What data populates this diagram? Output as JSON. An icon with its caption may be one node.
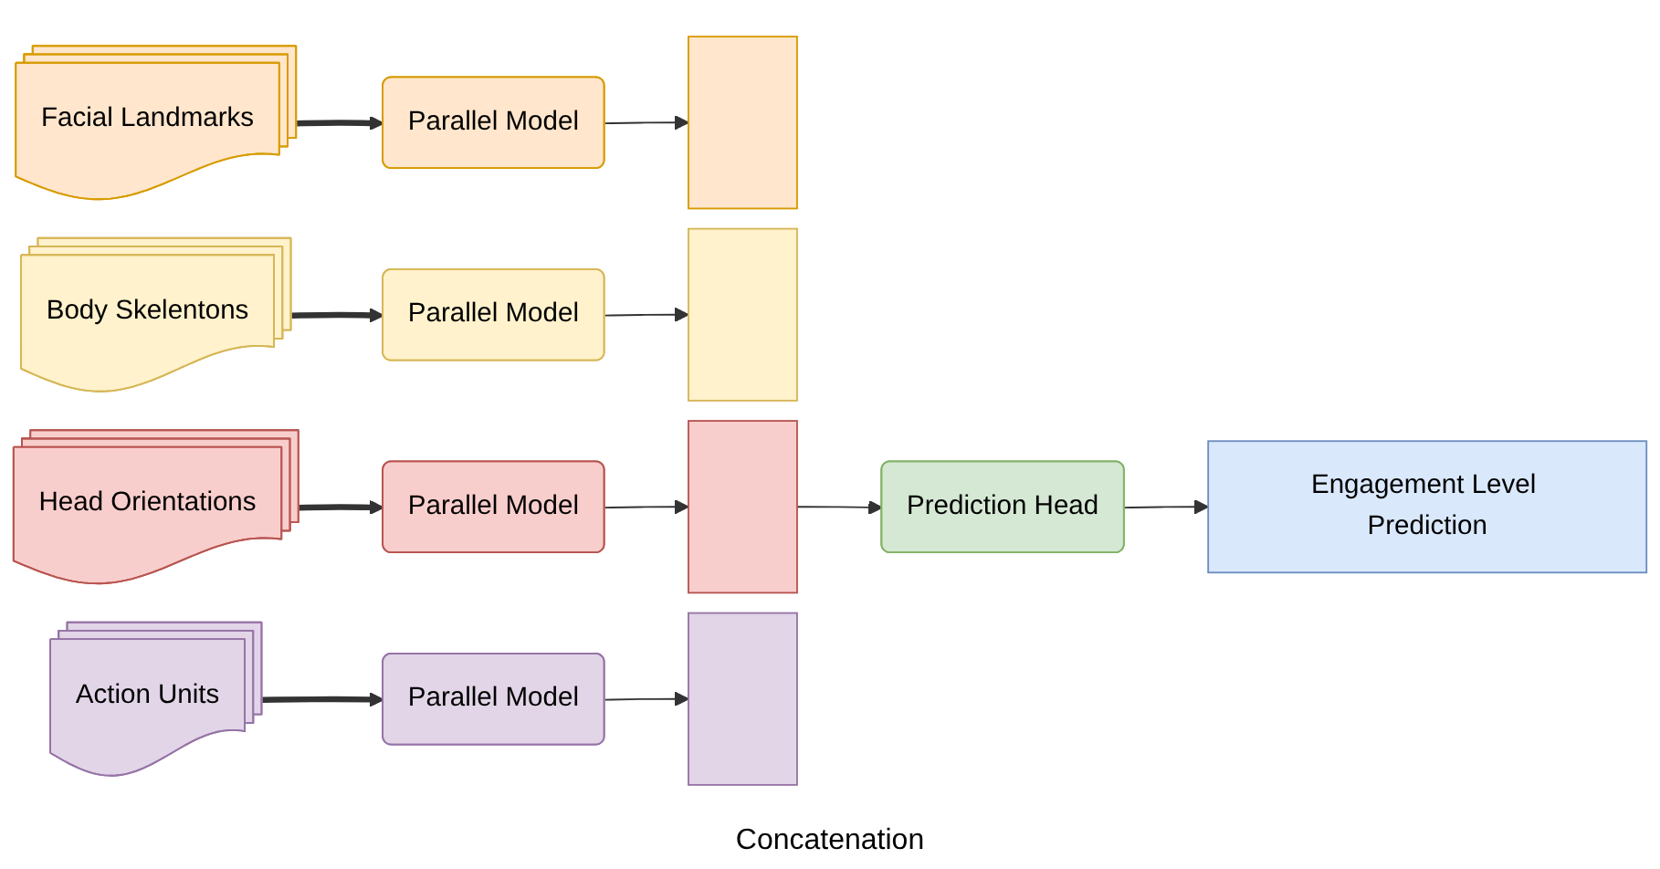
{
  "diagram": {
    "nodes": [
      {
        "text": [
          "Facial Landmarks"
        ]
      },
      {
        "text": [
          "Body Skelentons"
        ]
      },
      {
        "text": [
          "Head Orientations"
        ]
      },
      {
        "text": [
          "Action Units"
        ]
      },
      {
        "text": [
          "Parallel Model"
        ]
      },
      {
        "text": [
          "Parallel Model"
        ]
      },
      {
        "text": [
          "Parallel Model"
        ]
      },
      {
        "text": [
          "Parallel Model"
        ]
      },
      {
        "text": [],
        "shape": "bar"
      },
      {
        "text": [],
        "shape": "bar"
      },
      {
        "text": [],
        "shape": "bar"
      },
      {
        "text": [],
        "shape": "bar"
      },
      {
        "text": [
          "Prediction Head"
        ]
      },
      {
        "text": [
          "Engagement Level Prediction"
        ]
      }
    ],
    "edges": [
      {
        "from": 0,
        "to": 4,
        "arrow": "to",
        "style": "thick"
      },
      {
        "from": 1,
        "to": 5,
        "arrow": "to",
        "style": "thick"
      },
      {
        "from": 2,
        "to": 6,
        "arrow": "to",
        "style": "thick"
      },
      {
        "from": 3,
        "to": 7,
        "arrow": "to",
        "style": "thick"
      },
      {
        "from": 4,
        "to": 8,
        "arrow": "to"
      },
      {
        "from": 5,
        "to": 9,
        "arrow": "to"
      },
      {
        "from": 6,
        "to": 10,
        "arrow": "to"
      },
      {
        "from": 7,
        "to": 11,
        "arrow": "to"
      },
      {
        "from": 10,
        "to": 12,
        "arrow": "to"
      },
      {
        "from": 12,
        "to": 13,
        "arrow": "to"
      }
    ],
    "labels": [
      "Concatenation"
    ]
  }
}
